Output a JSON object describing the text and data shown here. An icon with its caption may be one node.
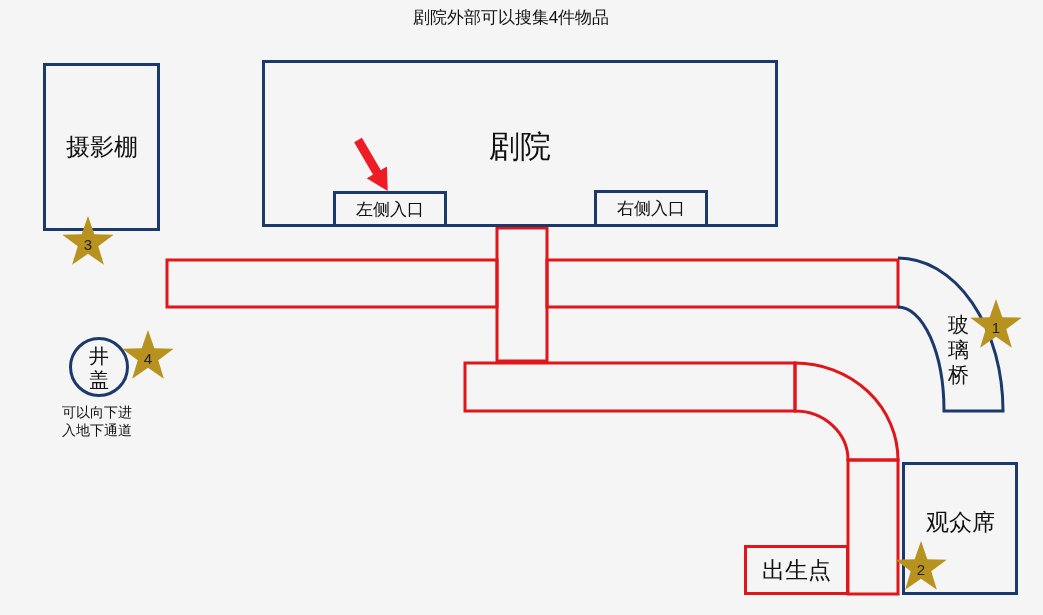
{
  "diagram": {
    "title": "剧院外部可以搜集4件物品",
    "nodes": [
      {
        "text": [
          "摄影棚"
        ]
      },
      {
        "text": [
          "剧院"
        ]
      },
      {
        "text": [
          "左侧入口"
        ],
        "in": 1
      },
      {
        "text": [
          "右侧入口"
        ],
        "in": 1
      },
      {
        "text": [
          "3"
        ]
      },
      {
        "text": [
          "玻璃桥"
        ]
      },
      {
        "text": [
          "1"
        ]
      },
      {
        "text": [
          "井盖"
        ],
        "beside": [
          "可以向下进入地下通道"
        ]
      },
      {
        "text": [
          "4"
        ]
      },
      {
        "text": [
          "观众席"
        ]
      },
      {
        "text": [
          "出生点"
        ]
      },
      {
        "text": [
          "2"
        ]
      }
    ],
    "edges": [
      {
        "from": null,
        "to": 2,
        "arrow": "to",
        "color": "#ee1c25"
      }
    ]
  }
}
